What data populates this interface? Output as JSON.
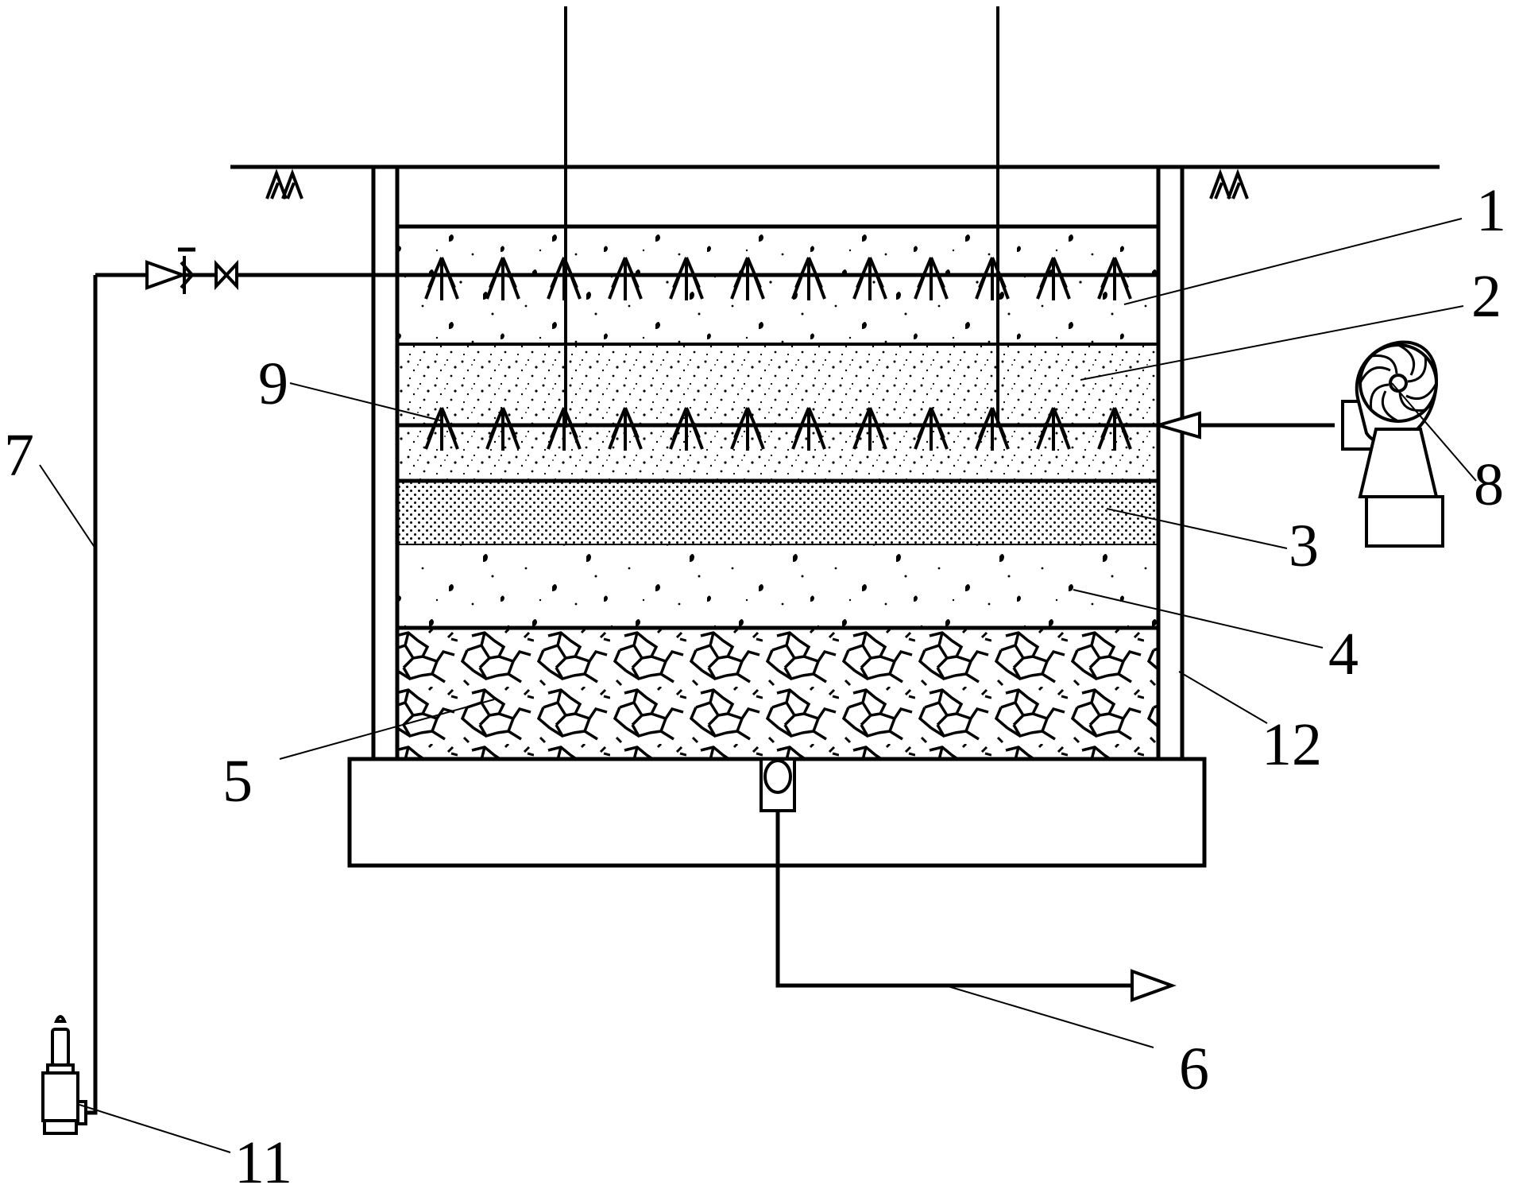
{
  "diagram": {
    "labels": {
      "layer_1": "1",
      "layer_2": "2",
      "layer_3": "3",
      "layer_4": "4",
      "layer_5": "5",
      "outlet_pipe": "6",
      "inlet_pipe": "7",
      "blower": "8",
      "aeration_pipe": "9",
      "pump": "11",
      "wall": "12"
    },
    "colors": {
      "ink": "#000000",
      "background": "#ffffff"
    },
    "icons": [
      "blower-icon",
      "submersible-pump-icon",
      "check-valve-icon",
      "gate-valve-icon",
      "flow-arrow-icon",
      "grass-tuft-icon"
    ]
  }
}
